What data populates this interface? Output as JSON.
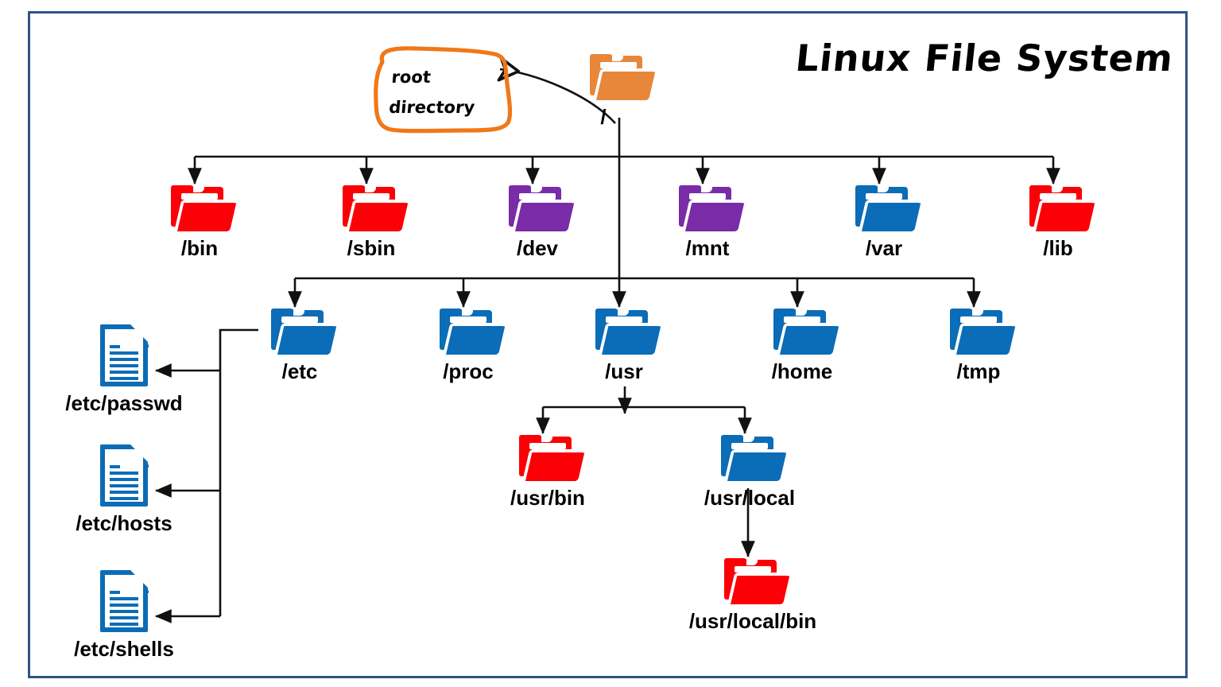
{
  "diagram": {
    "title": "Linux File System",
    "annotation": {
      "line1": "root",
      "line2": "directory",
      "stroke_color": "#F07818"
    },
    "border_color": "#2F5386",
    "palette": {
      "orange": "#E8873A",
      "red": "#FB0007",
      "purple": "#7A2BA8",
      "blue": "#0B6CB7",
      "line": "#111111"
    },
    "nodes": {
      "root": {
        "label": "/",
        "icon": "folder-icon",
        "color": "orange"
      },
      "level1": [
        {
          "label": "/bin",
          "icon": "folder-icon",
          "color": "red"
        },
        {
          "label": "/sbin",
          "icon": "folder-icon",
          "color": "red"
        },
        {
          "label": "/dev",
          "icon": "folder-icon",
          "color": "purple"
        },
        {
          "label": "/mnt",
          "icon": "folder-icon",
          "color": "purple"
        },
        {
          "label": "/var",
          "icon": "folder-icon",
          "color": "blue"
        },
        {
          "label": "/lib",
          "icon": "folder-icon",
          "color": "red"
        }
      ],
      "level2": [
        {
          "label": "/etc",
          "icon": "folder-icon",
          "color": "blue"
        },
        {
          "label": "/proc",
          "icon": "folder-icon",
          "color": "blue"
        },
        {
          "label": "/usr",
          "icon": "folder-icon",
          "color": "blue"
        },
        {
          "label": "/home",
          "icon": "folder-icon",
          "color": "blue"
        },
        {
          "label": "/tmp",
          "icon": "folder-icon",
          "color": "blue"
        }
      ],
      "etc_files": [
        {
          "label": "/etc/passwd",
          "icon": "file-icon",
          "color": "blue"
        },
        {
          "label": "/etc/hosts",
          "icon": "file-icon",
          "color": "blue"
        },
        {
          "label": "/etc/shells",
          "icon": "file-icon",
          "color": "blue"
        }
      ],
      "usr_children": [
        {
          "label": "/usr/bin",
          "icon": "folder-icon",
          "color": "red"
        },
        {
          "label": "/usr/local",
          "icon": "folder-icon",
          "color": "blue"
        }
      ],
      "usr_local_children": [
        {
          "label": "/usr/local/bin",
          "icon": "folder-icon",
          "color": "red"
        }
      ]
    }
  }
}
